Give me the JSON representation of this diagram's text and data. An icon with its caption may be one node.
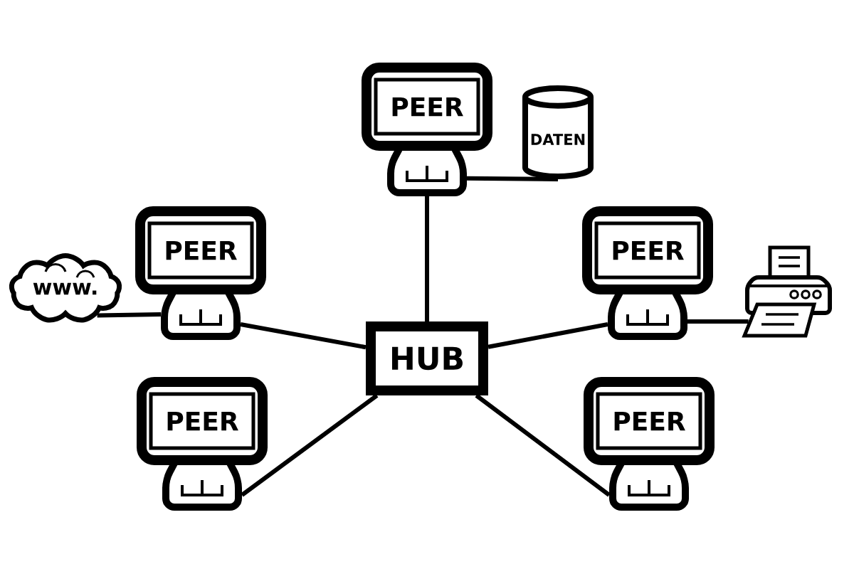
{
  "diagram": {
    "nodes": [
      {
        "text": [
          "PEER"
        ]
      },
      {
        "text": [
          "DATEN"
        ]
      },
      {
        "text": [
          "www."
        ]
      },
      {
        "text": [
          "PEER"
        ]
      },
      {
        "text": [
          "HUB"
        ]
      },
      {
        "text": [
          "PEER"
        ]
      },
      {
        "text": [],
        "shape": "picture"
      },
      {
        "text": [
          "PEER"
        ]
      },
      {
        "text": [
          "PEER"
        ]
      }
    ],
    "edges": [
      {
        "from": 4,
        "to": 0,
        "arrow": "none"
      },
      {
        "from": 4,
        "to": 3,
        "arrow": "none"
      },
      {
        "from": 4,
        "to": 5,
        "arrow": "none"
      },
      {
        "from": 4,
        "to": 7,
        "arrow": "none"
      },
      {
        "from": 4,
        "to": 8,
        "arrow": "none"
      },
      {
        "from": 0,
        "to": 1,
        "arrow": "none"
      },
      {
        "from": 3,
        "to": 2,
        "arrow": "none"
      },
      {
        "from": 5,
        "to": 6,
        "arrow": "none"
      }
    ]
  }
}
